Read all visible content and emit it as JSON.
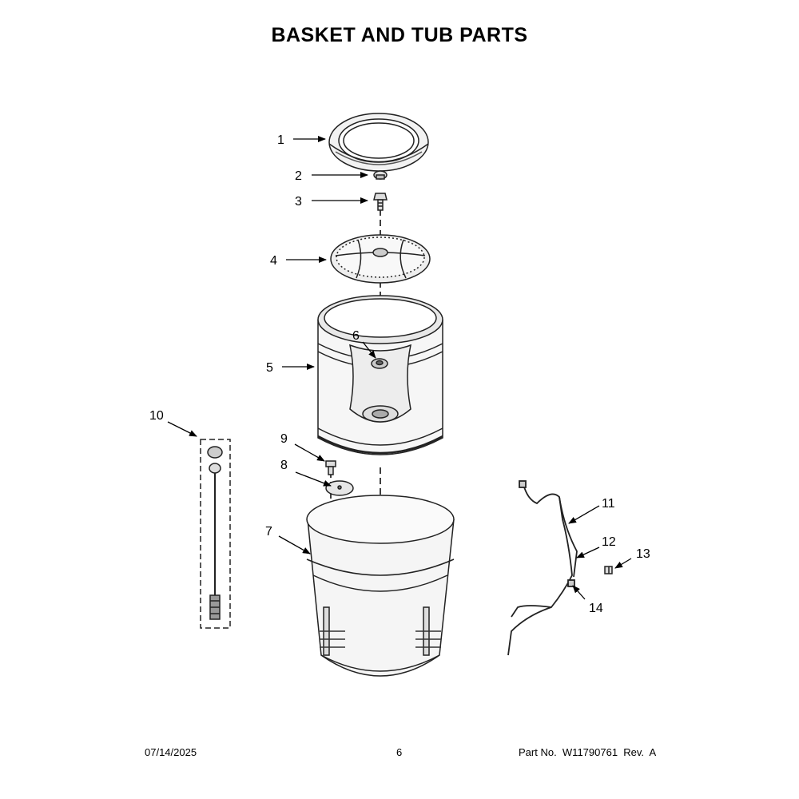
{
  "title": "BASKET AND TUB PARTS",
  "callouts": [
    "1",
    "2",
    "3",
    "4",
    "5",
    "6",
    "7",
    "8",
    "9",
    "10",
    "11",
    "12",
    "13",
    "14"
  ],
  "footer": {
    "date": "07/14/2025",
    "page": "6",
    "part_no": "Part No.  W11790761  Rev.  A"
  }
}
